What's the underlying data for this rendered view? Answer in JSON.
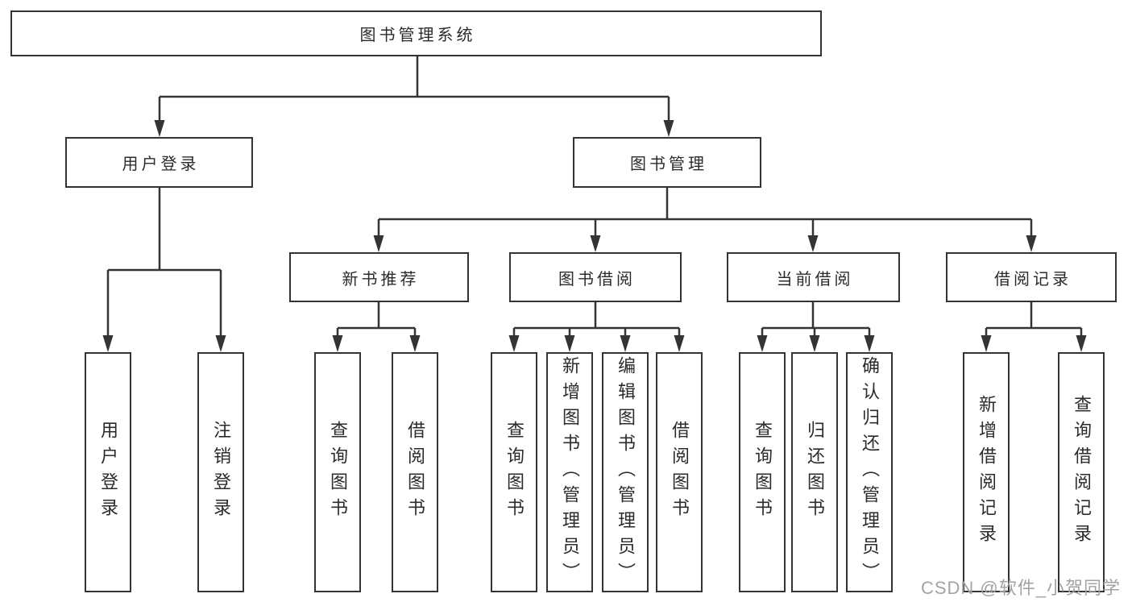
{
  "tree": {
    "root": {
      "label": "图书管理系统",
      "children": [
        {
          "label": "用户登录",
          "children": [
            {
              "label": "用户登录"
            },
            {
              "label": "注销登录"
            }
          ]
        },
        {
          "label": "图书管理",
          "children": [
            {
              "label": "新书推荐",
              "children": [
                {
                  "label": "查询图书"
                },
                {
                  "label": "借阅图书"
                }
              ]
            },
            {
              "label": "图书借阅",
              "children": [
                {
                  "label": "查询图书"
                },
                {
                  "label": "新增图书（管理员）"
                },
                {
                  "label": "编辑图书（管理员）"
                },
                {
                  "label": "借阅图书"
                }
              ]
            },
            {
              "label": "当前借阅",
              "children": [
                {
                  "label": "查询图书"
                },
                {
                  "label": "归还图书"
                },
                {
                  "label": "确认归还（管理员）"
                }
              ]
            },
            {
              "label": "借阅记录",
              "children": [
                {
                  "label": "新增借阅记录"
                },
                {
                  "label": "查询借阅记录"
                }
              ]
            }
          ]
        }
      ]
    }
  },
  "colors": {
    "line": "#343434",
    "border": "#333333",
    "text": "#2b2b2b",
    "watermark": "#a3a3a3"
  },
  "watermark": {
    "text": "CSDN @软件_小贺同学"
  }
}
